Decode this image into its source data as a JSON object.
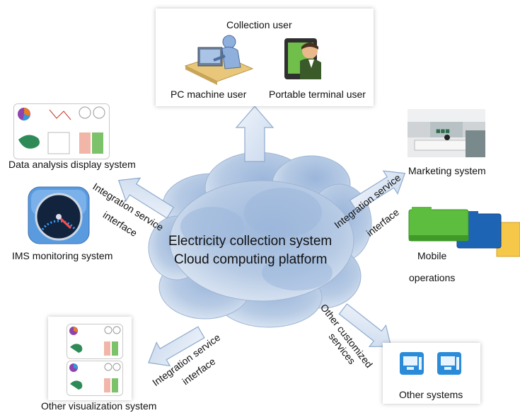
{
  "center": {
    "line1": "Electricity collection system",
    "line2": "Cloud computing platform"
  },
  "top": {
    "title": "Collection user",
    "pc_user": "PC machine user",
    "portable_user": "Portable terminal user"
  },
  "left": {
    "data_analysis": "Data analysis display system",
    "ims": "IMS monitoring system",
    "integration_upper_1": "Integration service",
    "integration_upper_2": "interface",
    "other_visual": "Other visualization system",
    "integration_lower_1": "Integration service",
    "integration_lower_2": "interface"
  },
  "right": {
    "marketing": "Marketing system",
    "integration_1": "Integration service",
    "integration_2": "interface",
    "mobile_1": "Mobile",
    "mobile_2": "operations",
    "custom_1": "Other customized",
    "custom_2": "services",
    "other_systems": "Other systems"
  },
  "colors": {
    "arrow_fill": "#dce6f2",
    "arrow_stroke": "#8eaacd",
    "cloud": "#b9cde6"
  }
}
